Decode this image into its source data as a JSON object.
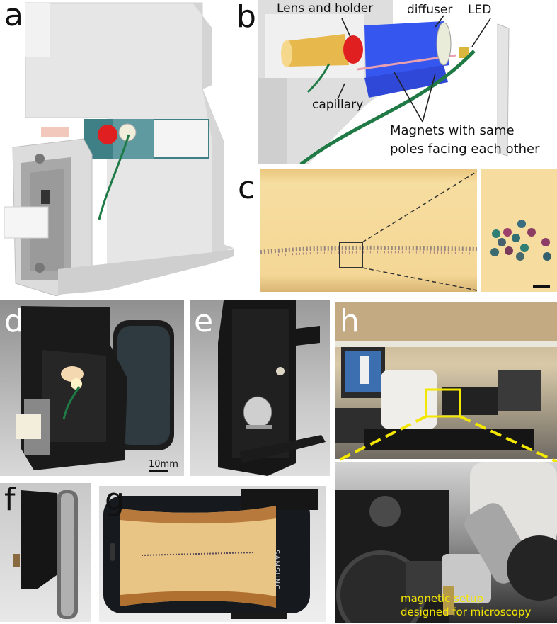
{
  "panel_labels": {
    "a": "a",
    "b": "b",
    "c": "c",
    "d": "d",
    "e": "e",
    "f": "f",
    "g": "g",
    "h": "h"
  },
  "panel_b": {
    "lens_holder": "Lens and  holder",
    "diffuser": "diffuser",
    "led": "LED",
    "capillary": "capillary",
    "magnets_line1": "Magnets with same",
    "magnets_line2": "poles facing each other"
  },
  "panel_d": {
    "scale_bar": "10mm"
  },
  "panel_g": {
    "phone_brand": "SAMSUNG"
  },
  "panel_h": {
    "caption_line1": "magnetic setup",
    "caption_line2": "designed for microscopy"
  },
  "colors": {
    "magnet_blue": "#3656f0",
    "lens_yellow": "#e7b84c",
    "holder_red": "#e02020",
    "wire_green": "#1f7a45",
    "capillary_bg": "#f3d898",
    "callout_yellow": "#f3e600"
  }
}
